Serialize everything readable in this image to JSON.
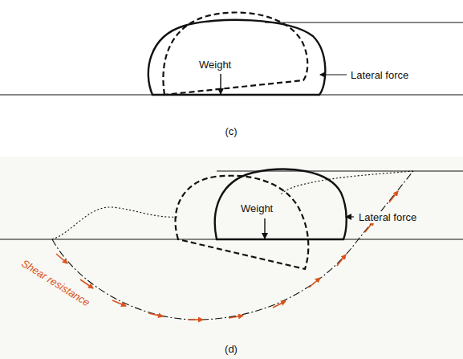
{
  "diagram": {
    "labels": [
      "Weight",
      "Lateral force",
      "(c)",
      "Weight",
      "Lateral force",
      "Shear resistance",
      "(d)"
    ]
  }
}
